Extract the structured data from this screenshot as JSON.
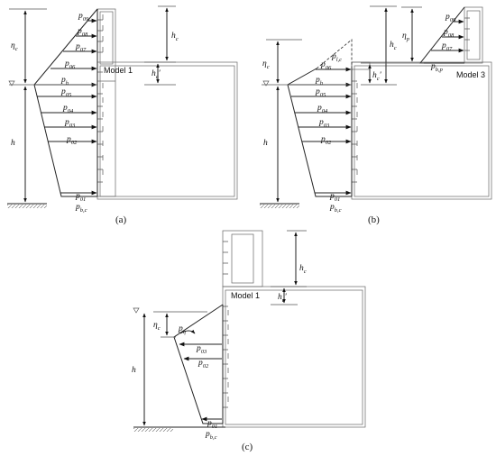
{
  "panels": {
    "a": {
      "caption": "(a)",
      "model_label": "Model 1",
      "labels": {
        "eta": "η",
        "eta_sub": "c",
        "h": "h",
        "hc": "h",
        "hc_sub": "c",
        "hcp": "h",
        "hcp_sub": "c",
        "hcp_prime": "′",
        "p09": "p",
        "p09_sub": "09",
        "p08": "p",
        "p08_sub": "08",
        "p07": "p",
        "p07_sub": "07",
        "p06": "p",
        "p06_sub": "06",
        "ph": "p",
        "ph_sub": "h",
        "p05": "p",
        "p05_sub": "05",
        "p04": "p",
        "p04_sub": "04",
        "p03": "p",
        "p03_sub": "03",
        "p02": "p",
        "p02_sub": "02",
        "p01": "p",
        "p01_sub": "01",
        "pbc": "p",
        "pbc_sub": "b,c"
      }
    },
    "b": {
      "caption": "(b)",
      "model_label": "Model 3",
      "labels": {
        "eta": "η",
        "eta_sub": "c",
        "h": "h",
        "hc": "h",
        "hc_sub": "c",
        "hcp": "h",
        "hcp_sub": "c",
        "hcp_prime": "′",
        "etap": "η",
        "etap_sub": "p",
        "p09": "p",
        "p09_sub": "09",
        "p08": "p",
        "p08_sub": "08",
        "p07": "p",
        "p07_sub": "07",
        "pbp": "p",
        "pbp_sub": "b,p",
        "plc": "p",
        "plc_sub": "l,c",
        "p06": "p",
        "p06_sub": "06",
        "ph": "p",
        "ph_sub": "h",
        "p05": "p",
        "p05_sub": "05",
        "p04": "p",
        "p04_sub": "04",
        "p03": "p",
        "p03_sub": "03",
        "p02": "p",
        "p02_sub": "02",
        "p01": "p",
        "p01_sub": "01",
        "pbc": "p",
        "pbc_sub": "b,c"
      }
    },
    "c": {
      "caption": "(c)",
      "model_label": "Model 1",
      "labels": {
        "eta": "η",
        "eta_sub": "c",
        "h": "h",
        "hc": "h",
        "hc_sub": "c",
        "hcp": "h",
        "hcp_sub": "c",
        "hcp_prime": "′",
        "peta": "p",
        "peta_sub": "η",
        "p03": "p",
        "p03_sub": "03",
        "p02": "p",
        "p02_sub": "02",
        "p01": "p",
        "p01_sub": "01",
        "pbc": "p",
        "pbc_sub": "b,c"
      }
    }
  }
}
